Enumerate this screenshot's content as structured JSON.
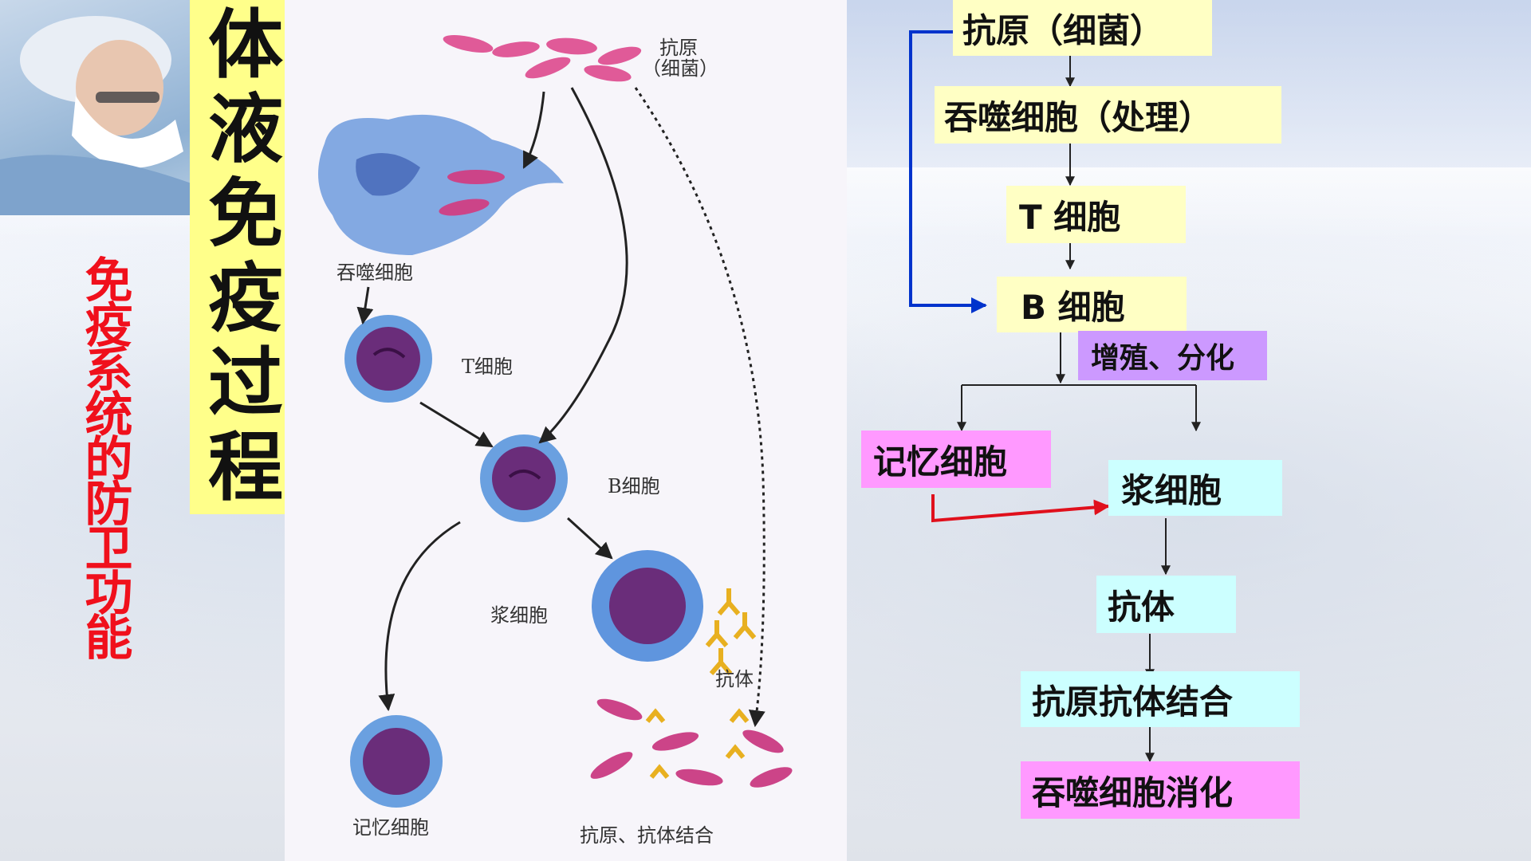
{
  "slide": {
    "side_title": "免疫系统的防卫功能",
    "main_title": "体液免疫过程"
  },
  "illustration": {
    "labels": {
      "antigen": "抗原",
      "antigen_sub": "（细菌）",
      "phagocyte": "吞噬细胞",
      "t_cell": "T细胞",
      "b_cell": "B细胞",
      "plasma_cell": "浆细胞",
      "antibody": "抗体",
      "memory_cell": "记忆细胞",
      "binding": "抗原、抗体结合"
    }
  },
  "flowchart": {
    "antigen": "抗原（细菌）",
    "phagocyte_process": "吞噬细胞（处理）",
    "t_cell": "T 细胞",
    "b_cell": "B 细胞",
    "proliferate": "增殖、分化",
    "memory_cell": "记忆细胞",
    "plasma_cell": "浆细胞",
    "antibody": "抗体",
    "binding": "抗原抗体结合",
    "digest": "吞噬细胞消化"
  },
  "colors": {
    "side_title": "#f0101c",
    "title_bg": "#ffff8a",
    "box_yellow": "#ffffc4",
    "box_cyan": "#ccffff",
    "box_pink": "#ff99ff",
    "box_purple": "#cc99ff",
    "blue_arrow": "#0033cc",
    "red_arrow": "#e0101c"
  }
}
